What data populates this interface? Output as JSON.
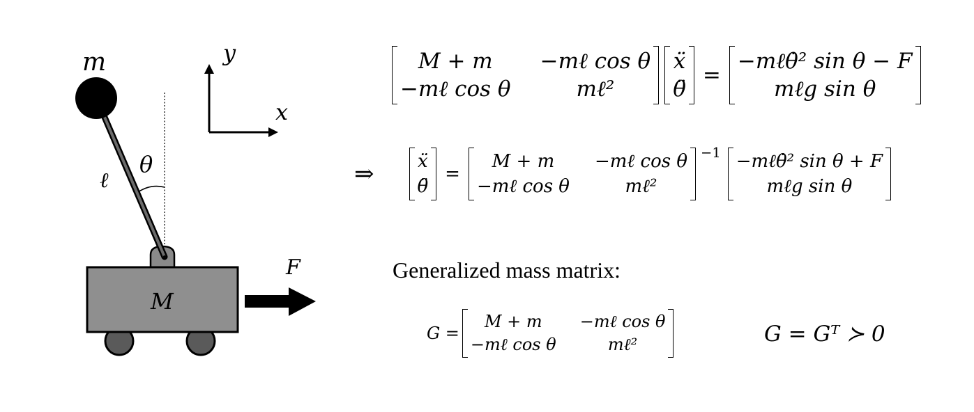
{
  "diagram": {
    "pendulum_mass_label": "m",
    "rod_length_label": "ℓ",
    "angle_label": "θ",
    "cart_mass_label": "M",
    "force_label": "F",
    "axis_x_label": "x",
    "axis_y_label": "y"
  },
  "equation_of_motion": {
    "mass_matrix": [
      "M + m",
      "−mℓ cos θ",
      "−mℓ cos θ",
      "mℓ²"
    ],
    "state_accelerations": [
      "ẍ",
      "θ̈"
    ],
    "equals": "=",
    "rhs": [
      "−mℓθ̇² sin θ − F",
      "mℓg sin θ"
    ]
  },
  "solved_equation": {
    "implies": "⇒",
    "state_accelerations": [
      "ẍ",
      "θ̈"
    ],
    "equals": "=",
    "mass_matrix": [
      "M + m",
      "−mℓ cos θ",
      "−mℓ cos θ",
      "mℓ²"
    ],
    "inverse_exponent": "−1",
    "rhs": [
      "−mℓθ̇² sin θ + F",
      "mℓg sin θ"
    ]
  },
  "mass_matrix_section": {
    "heading": "Generalized mass matrix:",
    "lhs": "G =",
    "matrix": [
      "M + m",
      "−mℓ cos θ",
      "−mℓ cos θ",
      "mℓ²"
    ],
    "property": "G = Gᵀ ≻ 0"
  },
  "colors": {
    "cart_fill": "#8f8f8f",
    "wheel_fill": "#5a5a5a",
    "rod_fill": "#6b6b6b",
    "bob_fill": "#000000",
    "line": "#000000"
  }
}
